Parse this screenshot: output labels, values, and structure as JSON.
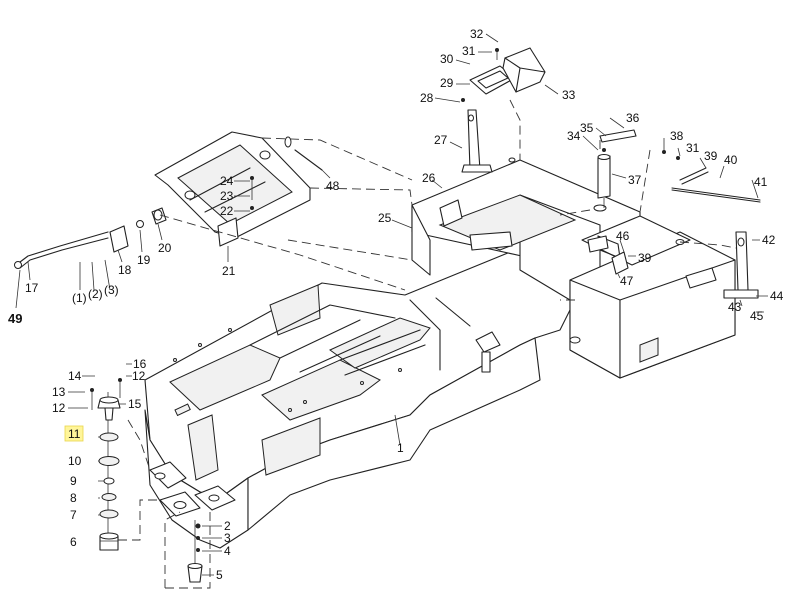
{
  "diagram": {
    "highlight_color": "#fff59a",
    "highlighted_callout": "11",
    "callouts": {
      "c1": "1",
      "c2": "2",
      "c3": "3",
      "c4": "4",
      "c5": "5",
      "c6": "6",
      "c7": "7",
      "c8": "8",
      "c9": "9",
      "c10": "10",
      "c11": "11",
      "c12a": "12",
      "c12b": "12",
      "c13": "13",
      "c14": "14",
      "c15": "15",
      "c16": "16",
      "c17": "17",
      "c1p": "(1)",
      "c2p": "(2)",
      "c3p": "(3)",
      "c18": "18",
      "c19": "19",
      "c20": "20",
      "c21": "21",
      "c22": "22",
      "c23": "23",
      "c24": "24",
      "c25": "25",
      "c26": "26",
      "c27": "27",
      "c28": "28",
      "c29": "29",
      "c30": "30",
      "c31a": "31",
      "c31b": "31",
      "c32": "32",
      "c33": "33",
      "c34": "34",
      "c35": "35",
      "c36": "36",
      "c37": "37",
      "c38": "38",
      "c39a": "39",
      "c39b": "39",
      "c40": "40",
      "c41": "41",
      "c42": "42",
      "c43": "43",
      "c44": "44",
      "c45": "45",
      "c46": "46",
      "c47": "47",
      "c48": "48",
      "c49": "49"
    }
  }
}
